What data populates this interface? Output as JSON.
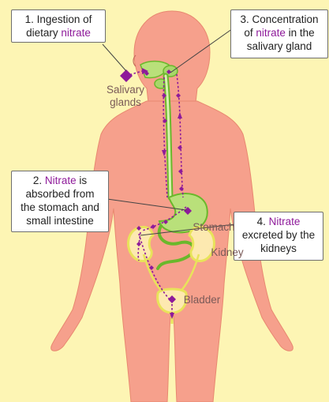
{
  "colors": {
    "background": "#fdf5b4",
    "body": "#f6a08c",
    "nitrate_highlight": "#8e1a9a",
    "pathway": "#6ab82b",
    "kidney_outline": "#e8e35a",
    "marker": "#8e1a9a"
  },
  "callouts": {
    "step1": {
      "line1": "1. Ingestion of",
      "pre2": "dietary ",
      "hl2": "nitrate"
    },
    "step2": {
      "pre1": "2. ",
      "hl1": "Nitrate",
      "post1": " is",
      "line2": "absorbed from",
      "line3": "the stomach and",
      "line4": "small intestine"
    },
    "step3": {
      "line1": "3. Concentration",
      "pre2": "of ",
      "hl2": "nitrate",
      "post2": " in the",
      "line3": "salivary gland"
    },
    "step4": {
      "pre1": "4. ",
      "hl1": "Nitrate",
      "line2": "excreted by the",
      "line3": "kidneys"
    }
  },
  "organs": {
    "salivary_line1": "Salivary",
    "salivary_line2": "glands",
    "stomach": "Stomach",
    "kidney": "Kidney",
    "bladder": "Bladder"
  }
}
